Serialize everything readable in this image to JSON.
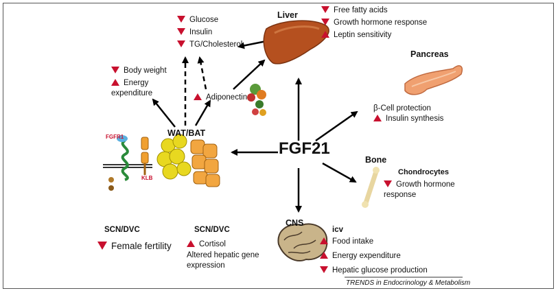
{
  "center": "FGF21",
  "nodes": {
    "liver": "Liver",
    "pancreas": "Pancreas",
    "bone": "Bone",
    "chondrocytes": "Chondrocytes",
    "cns": "CNS",
    "icv": "icv",
    "wat_bat": "WAT/BAT",
    "scn_dvc_1": "SCN/DVC",
    "scn_dvc_2": "SCN/DVC"
  },
  "receptor_labels": {
    "fgfr1": "FGFR1",
    "klb": "KLB"
  },
  "effects": {
    "metabolic": [
      {
        "dir": "down",
        "text": "Glucose"
      },
      {
        "dir": "down",
        "text": "Insulin"
      },
      {
        "dir": "down",
        "text": "TG/Cholesterol"
      }
    ],
    "liver": [
      {
        "dir": "down",
        "text": "Free fatty acids"
      },
      {
        "dir": "down",
        "text": "Growth hormone response"
      },
      {
        "dir": "up",
        "text": "Leptin sensitivity"
      }
    ],
    "adipose": [
      {
        "dir": "down",
        "text": "Body weight"
      },
      {
        "dir": "up",
        "text": "Energy"
      }
    ],
    "adipose_line2": "expenditure",
    "adiponectin": {
      "dir": "up",
      "text": "Adiponectin"
    },
    "pancreas_line1": "β-Cell protection",
    "pancreas": {
      "dir": "up",
      "text": "Insulin synthesis"
    },
    "bone": {
      "dir": "down",
      "text": "Growth hormone"
    },
    "bone_line2": "response",
    "female": {
      "dir": "down",
      "text": "Female fertility"
    },
    "scn": {
      "dir": "up",
      "text": "Cortisol"
    },
    "scn_line2": "Altered hepatic gene",
    "scn_line3": "expression",
    "cns": [
      {
        "dir": "up",
        "text": "Food intake"
      },
      {
        "dir": "up",
        "text": "Energy expenditure"
      },
      {
        "dir": "down",
        "text": "Hepatic glucose production"
      }
    ]
  },
  "footer": "TRENDS in Endocrinology & Metabolism",
  "colors": {
    "arrow_up_down": "#c8102e",
    "liver": "#b5501f",
    "pancreas": "#f0a070",
    "fat": "#e8d820"
  }
}
